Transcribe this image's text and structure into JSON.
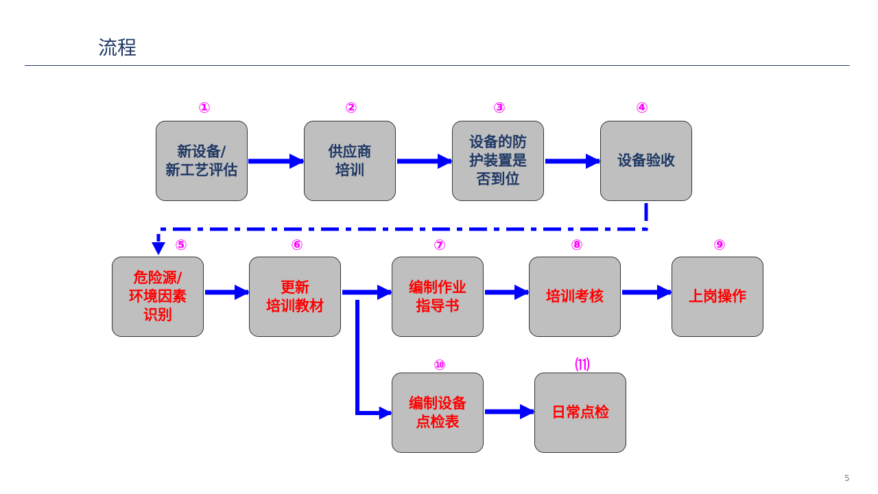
{
  "title": "流程",
  "page_number": "5",
  "colors": {
    "arrow": "#0000ff",
    "box_fill": "#bfbfbf",
    "num": "#ff00ff",
    "text_blue": "#1f3864",
    "text_red": "#ff0000"
  },
  "steps": [
    {
      "num": "①",
      "label": "新设备/\n新工艺评估"
    },
    {
      "num": "②",
      "label": "供应商\n培训"
    },
    {
      "num": "③",
      "label": "设备的防\n护装置是\n否到位"
    },
    {
      "num": "④",
      "label": "设备验收"
    },
    {
      "num": "⑤",
      "label": "危险源/\n环境因素\n识别"
    },
    {
      "num": "⑥",
      "label": "更新\n培训教材"
    },
    {
      "num": "⑦",
      "label": "编制作业\n指导书"
    },
    {
      "num": "⑧",
      "label": "培训考核"
    },
    {
      "num": "⑨",
      "label": "上岗操作"
    },
    {
      "num": "⑩",
      "label": "编制设备\n点检表"
    },
    {
      "num": "⑾",
      "label": "日常点检"
    }
  ]
}
